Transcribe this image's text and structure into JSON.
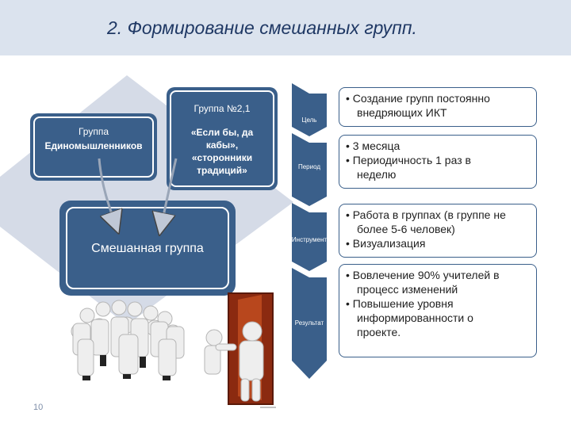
{
  "title": "2.  Формирование смешанных групп.",
  "left_group": {
    "line1": "Группа",
    "line2": "Единомышленников"
  },
  "right_group": {
    "head": "Группа №2,1",
    "l1": "«Если бы, да",
    "l2": "кабы»,",
    "l3": "«сторонники",
    "l4": "традиций»"
  },
  "mixed": "Смешанная группа",
  "stages": [
    {
      "label": "Цель",
      "lines": [
        "• Создание групп постоянно",
        "внедряющих ИКТ"
      ]
    },
    {
      "label": "Период",
      "lines": [
        "• 3 месяца",
        "• Периодичность 1 раз в",
        "неделю"
      ]
    },
    {
      "label": "Инструмент",
      "lines": [
        "• Работа в группах (в группе не",
        "более 5-6 человек)",
        "• Визуализация"
      ]
    },
    {
      "label": "Результат",
      "lines": [
        "• Вовлечение 90% учителей в",
        "процесс изменений",
        "• Повышение уровня",
        "информированности о",
        "проекте."
      ]
    }
  ],
  "page": "10",
  "colors": {
    "box": "#3a5f8a",
    "diamond": "#d5dbe7",
    "chevron": "#3a5f8a",
    "title": "#1f3864"
  }
}
